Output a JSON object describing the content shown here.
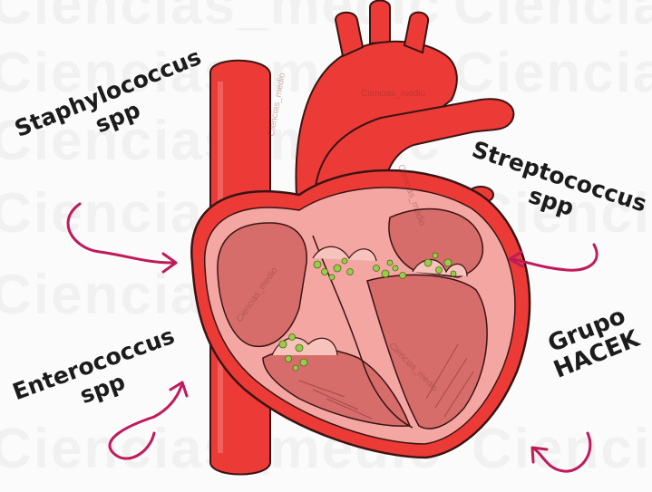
{
  "watermark": {
    "text": "Ciencias_medic",
    "small_text": "Ciencias_medio"
  },
  "labels": {
    "staphylococcus": {
      "line1": "Staphylococcus",
      "line2": "spp"
    },
    "streptococcus": {
      "line1": "Streptococcus",
      "line2": "spp"
    },
    "enterococcus": {
      "line1": "Enterococcus",
      "line2": "spp"
    },
    "hacek": {
      "line1": "Grupo",
      "line2": "HACEK"
    }
  },
  "colors": {
    "vessel_red": "#ec3b36",
    "vessel_dark": "#c8262a",
    "chamber_pink": "#f4a6a2",
    "inner_muscle": "#d66d6b",
    "vegetation_green": "#9acb4a",
    "arrow_magenta": "#c01a5a",
    "outline": "#3a1414"
  }
}
